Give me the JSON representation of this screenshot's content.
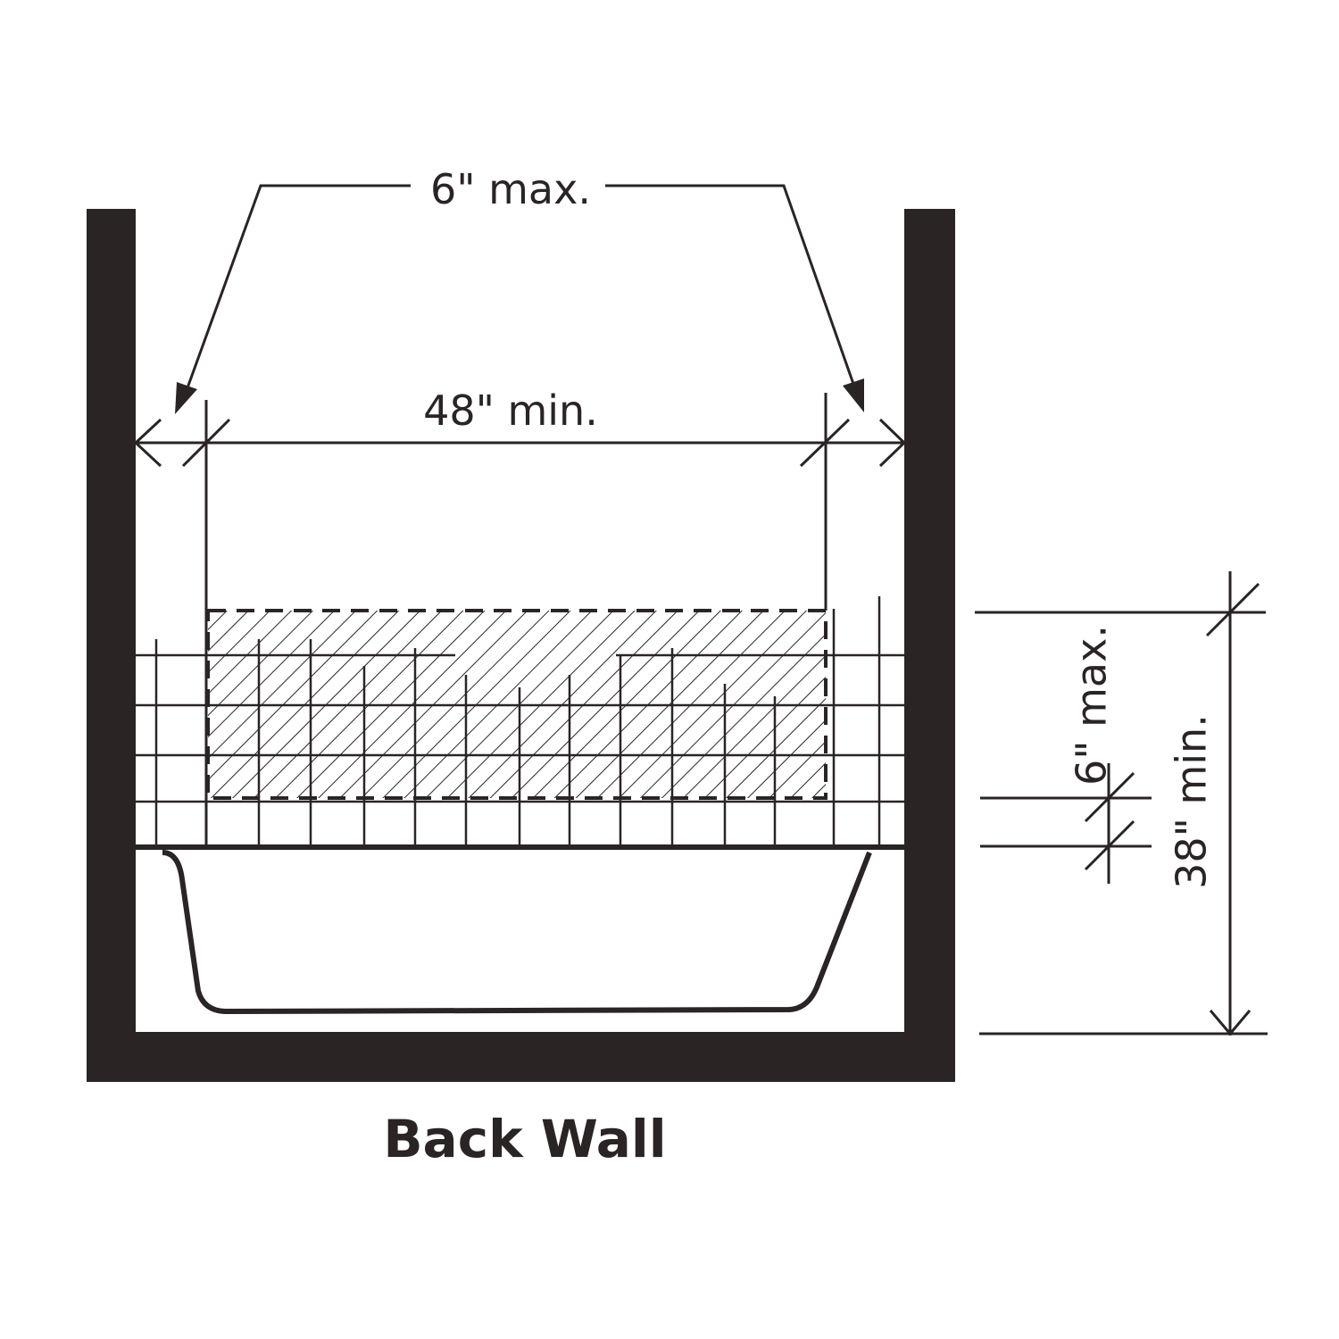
{
  "labels": {
    "top_max": "6\" max.",
    "width_min": "48\" min.",
    "side_max": "6\" max.",
    "height_min": "38\" min.",
    "caption": "Back Wall"
  },
  "colors": {
    "ink": "#2a2424",
    "background": "#ffffff"
  }
}
